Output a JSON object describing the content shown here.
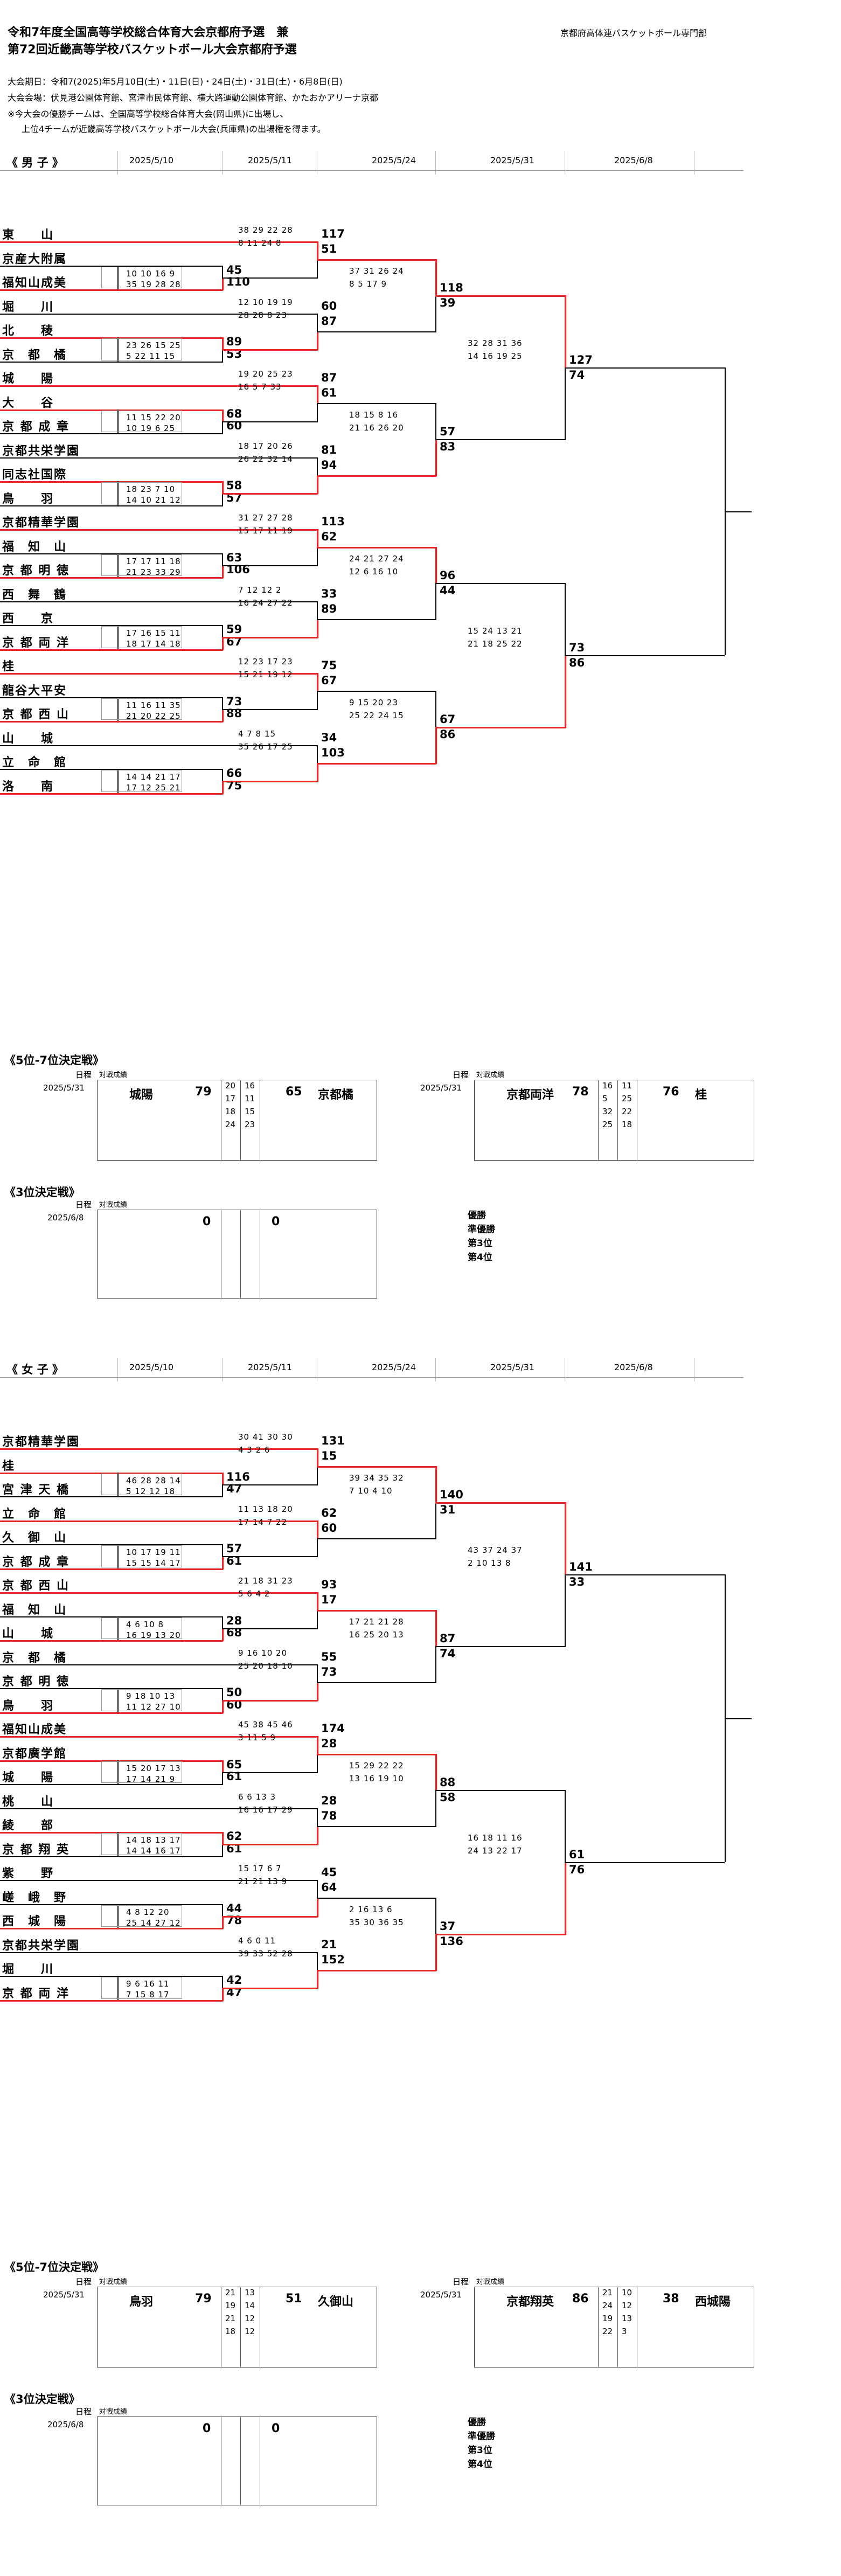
{
  "header": {
    "title1": "令和7年度全国高等学校総合体育大会京都府予選　兼",
    "title2": "第72回近畿高等学校バスケットボール大会京都府予選",
    "org": "京都府高体連バスケットボール専門部",
    "period": "大会期日：令和7(2025)年5月10日(土)・11日(日)・24日(土)・31日(土)・6月8日(日)",
    "venue": "大会会場：伏見港公園体育館、宮津市民体育館、横大路運動公園体育館、かたおかアリーナ京都",
    "note1": "※今大会の優勝チームは、全国高等学校総合体育大会(岡山県)に出場し、",
    "note2": "上位4チームが近畿高等学校バスケットボール大会(兵庫県)の出場権を得ます。"
  },
  "dates": [
    "2025/5/10",
    "2025/5/11",
    "2025/5/24",
    "2025/5/31",
    "2025/6/8"
  ],
  "men": {
    "label": "《 男 子 》",
    "teams": [
      "東　　山",
      "京産大附属",
      "福知山成美",
      "堀　　川",
      "北　　稜",
      "京　都　橘",
      "城　　陽",
      "大　　谷",
      "京 都 成 章",
      "京都共栄学園",
      "同志社国際",
      "鳥　　羽",
      "京都精華学園",
      "福　知　山",
      "京 都 明 徳",
      "西　舞　鶴",
      "西　　京",
      "京 都 両 洋",
      "桂",
      "龍谷大平安",
      "京 都 西 山",
      "山　　城",
      "立　命　館",
      "洛　　南"
    ],
    "r1": [
      {
        "q1": "10 10 16  9",
        "q2": "35 19 28 28",
        "s1": "45",
        "s2": "110"
      },
      {
        "q1": "23 26 15 25",
        "q2": "5 22 11 15",
        "s1": "89",
        "s2": "53"
      },
      {
        "q1": "11 15 22 20",
        "q2": "10 19  6 25",
        "s1": "68",
        "s2": "60"
      },
      {
        "q1": "18 23  7 10",
        "q2": "14 10 21 12",
        "s1": "58",
        "s2": "57"
      },
      {
        "q1": "17 17 11 18",
        "q2": "21 23 33 29",
        "s1": "63",
        "s2": "106"
      },
      {
        "q1": "17 16 15 11",
        "q2": "18 17 14 18",
        "s1": "59",
        "s2": "67"
      },
      {
        "q1": "11 16 11 35",
        "q2": "21 20 22 25",
        "s1": "73",
        "s2": "88"
      },
      {
        "q1": "14 14 21 17",
        "q2": "17 12 25 21",
        "s1": "66",
        "s2": "75"
      }
    ],
    "r2": [
      {
        "q1": "38 29 22 28",
        "q2": "8 11 24  8",
        "s1": "117",
        "s2": "51"
      },
      {
        "q1": "12 10 19 19",
        "q2": "28 28  8 23",
        "s1": "60",
        "s2": "87"
      },
      {
        "q1": "19 20 25 23",
        "q2": "16  5  7 33",
        "s1": "87",
        "s2": "61"
      },
      {
        "q1": "18 17 20 26",
        "q2": "26 22 32 14",
        "s1": "81",
        "s2": "94"
      },
      {
        "q1": "31 27 27 28",
        "q2": "15 17 11 19",
        "s1": "113",
        "s2": "62"
      },
      {
        "q1": "7 12 12  2",
        "q2": "16 24 27 22",
        "s1": "33",
        "s2": "89"
      },
      {
        "q1": "12 23 17 23",
        "q2": "15 21 19 12",
        "s1": "75",
        "s2": "67"
      },
      {
        "q1": "4  7  8 15",
        "q2": "35 26 17 25",
        "s1": "34",
        "s2": "103"
      }
    ],
    "r3": [
      {
        "q1": "37 31 26 24",
        "q2": "8  5 17  9",
        "s1": "118",
        "s2": "39"
      },
      {
        "q1": "18 15  8 16",
        "q2": "21 16 26 20",
        "s1": "57",
        "s2": "83"
      },
      {
        "q1": "24 21 27 24",
        "q2": "12  6 16 10",
        "s1": "96",
        "s2": "44"
      },
      {
        "q1": "9 15 20 23",
        "q2": "25 22 24 15",
        "s1": "67",
        "s2": "86"
      }
    ],
    "r4": [
      {
        "q1": "32 28 31 36",
        "q2": "14 16 19 25",
        "s1": "127",
        "s2": "74"
      },
      {
        "q1": "15 24 13 21",
        "q2": "21 18 25 22",
        "s1": "73",
        "s2": "86"
      }
    ]
  },
  "women": {
    "label": "《 女 子 》",
    "teams": [
      "京都精華学園",
      "桂",
      "宮 津 天 橋",
      "立　命　館",
      "久　御　山",
      "京 都 成 章",
      "京 都 西 山",
      "福　知　山",
      "山　　城",
      "京　都　橘",
      "京 都 明 徳",
      "鳥　　羽",
      "福知山成美",
      "京都廣学館",
      "城　　陽",
      "桃　　山",
      "綾　　部",
      "京 都 翔 英",
      "紫　　野",
      "嵯　峨　野",
      "西　城　陽",
      "京都共栄学園",
      "堀　　川",
      "京 都 両 洋"
    ],
    "r1": [
      {
        "q1": "46 28 28 14",
        "q2": "5 12 12 18",
        "s1": "116",
        "s2": "47"
      },
      {
        "q1": "10 17 19 11",
        "q2": "15 15 14 17",
        "s1": "57",
        "s2": "61"
      },
      {
        "q1": "4  6 10  8",
        "q2": "16 19 13 20",
        "s1": "28",
        "s2": "68"
      },
      {
        "q1": "9 18 10 13",
        "q2": "11 12 27 10",
        "s1": "50",
        "s2": "60"
      },
      {
        "q1": "15 20 17 13",
        "q2": "17 14 21  9",
        "s1": "65",
        "s2": "61"
      },
      {
        "q1": "14 18 13 17",
        "q2": "14 14 16 17",
        "s1": "62",
        "s2": "61"
      },
      {
        "q1": "4  8 12 20",
        "q2": "25 14 27 12",
        "s1": "44",
        "s2": "78"
      },
      {
        "q1": "9  6 16 11",
        "q2": "7 15  8 17",
        "s1": "42",
        "s2": "47"
      }
    ],
    "r2": [
      {
        "q1": "30 41 30 30",
        "q2": "4  3  2  6",
        "s1": "131",
        "s2": "15"
      },
      {
        "q1": "11 13 18 20",
        "q2": "17 14  7 22",
        "s1": "62",
        "s2": "60"
      },
      {
        "q1": "21 18 31 23",
        "q2": "5  6  4  2",
        "s1": "93",
        "s2": "17"
      },
      {
        "q1": "9 16 10 20",
        "q2": "25 20 18 10",
        "s1": "55",
        "s2": "73"
      },
      {
        "q1": "45 38 45 46",
        "q2": "3 11  5  9",
        "s1": "174",
        "s2": "28"
      },
      {
        "q1": "6  6 13  3",
        "q2": "16 16 17 29",
        "s1": "28",
        "s2": "78"
      },
      {
        "q1": "15 17  6  7",
        "q2": "21 21 13  9",
        "s1": "45",
        "s2": "64"
      },
      {
        "q1": "4  6  0 11",
        "q2": "39 33 52 28",
        "s1": "21",
        "s2": "152"
      }
    ],
    "r3": [
      {
        "q1": "39 34 35 32",
        "q2": "7 10  4 10",
        "s1": "140",
        "s2": "31"
      },
      {
        "q1": "17 21 21 28",
        "q2": "16 25 20 13",
        "s1": "87",
        "s2": "74"
      },
      {
        "q1": "15 29 22 22",
        "q2": "13 16 19 10",
        "s1": "88",
        "s2": "58"
      },
      {
        "q1": "2 16 13  6",
        "q2": "35 30 36 35",
        "s1": "37",
        "s2": "136"
      }
    ],
    "r4": [
      {
        "q1": "43 37 24 37",
        "q2": "2 10 13  8",
        "s1": "141",
        "s2": "33"
      },
      {
        "q1": "16 18 11 16",
        "q2": "24 13 22 17",
        "s1": "61",
        "s2": "76"
      }
    ]
  },
  "men_extra": {
    "p5_label": "《5位-7位決定戦》",
    "col_hdr": "日程",
    "col_hdr2": "対戦成績",
    "g1": {
      "date": "2025/5/31",
      "t1": "城陽",
      "s1": "79",
      "s2": "65",
      "t2": "京都橘",
      "q1": [
        "20",
        "17",
        "18",
        "24"
      ],
      "q2": [
        "16",
        "11",
        "15",
        "23"
      ]
    },
    "g2": {
      "date": "2025/5/31",
      "t1": "京都両洋",
      "s1": "78",
      "s2": "76",
      "t2": "桂",
      "q1": [
        "16",
        "5",
        "32",
        "25"
      ],
      "q2": [
        "11",
        "25",
        "22",
        "18"
      ]
    },
    "p3_label": "《3位決定戦》",
    "g3": {
      "date": "2025/6/8",
      "s1": "0",
      "s2": "0"
    },
    "ranks": [
      "優勝",
      "準優勝",
      "第3位",
      "第4位"
    ]
  },
  "women_extra": {
    "p5_label": "《5位-7位決定戦》",
    "col_hdr": "日程",
    "col_hdr2": "対戦成績",
    "g1": {
      "date": "2025/5/31",
      "t1": "鳥羽",
      "s1": "79",
      "s2": "51",
      "t2": "久御山",
      "q1": [
        "21",
        "19",
        "21",
        "18"
      ],
      "q2": [
        "13",
        "14",
        "12",
        "12"
      ]
    },
    "g2": {
      "date": "2025/5/31",
      "t1": "京都翔英",
      "s1": "86",
      "s2": "38",
      "t2": "西城陽",
      "q1": [
        "21",
        "24",
        "19",
        "22"
      ],
      "q2": [
        "10",
        "12",
        "13",
        "3"
      ]
    },
    "p3_label": "《3位決定戦》",
    "g3": {
      "date": "2025/6/8",
      "s1": "0",
      "s2": "0"
    },
    "ranks": [
      "優勝",
      "準優勝",
      "第3位",
      "第4位"
    ]
  }
}
